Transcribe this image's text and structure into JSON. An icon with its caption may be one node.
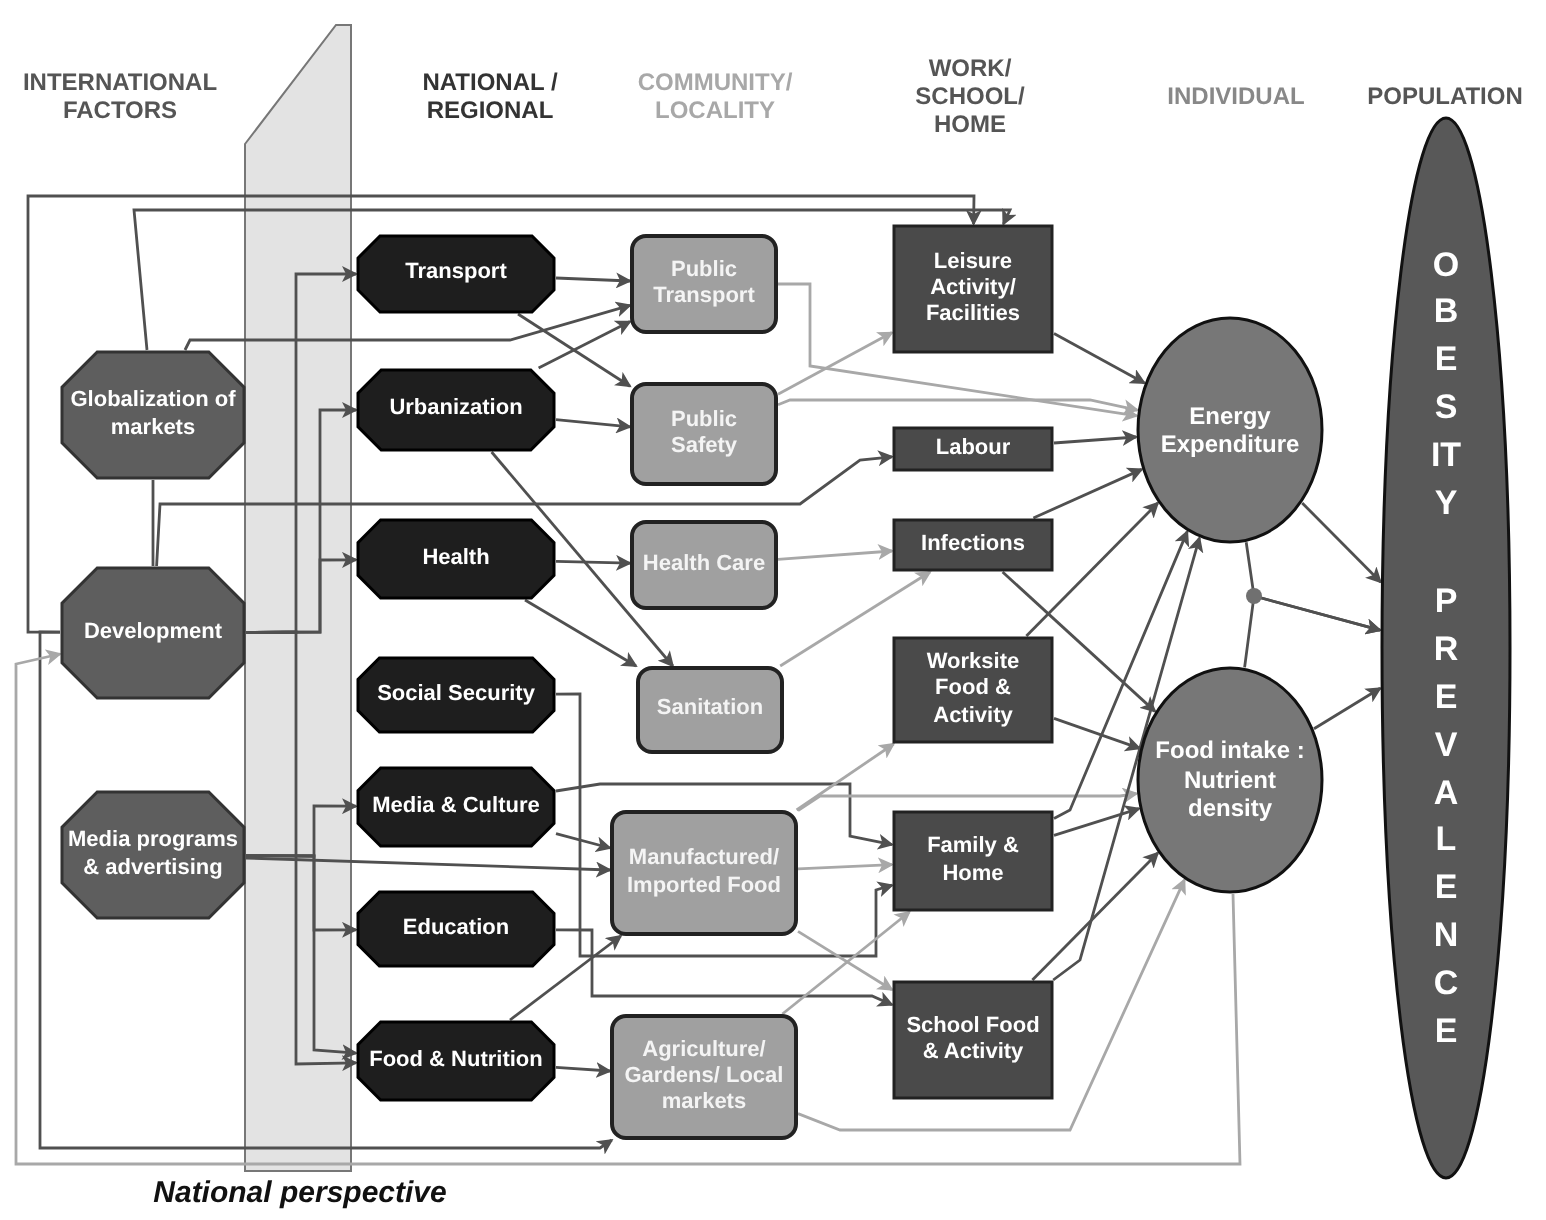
{
  "diagram": {
    "nodes": [
      {
        "text": [
          "Globalization of markets"
        ]
      },
      {
        "text": [
          "Development"
        ]
      },
      {
        "text": [
          "Media programs & advertising"
        ]
      },
      {
        "text": [
          "Transport"
        ]
      },
      {
        "text": [
          "Urbanization"
        ]
      },
      {
        "text": [
          "Health"
        ]
      },
      {
        "text": [
          "Social Security"
        ]
      },
      {
        "text": [
          "Media & Culture"
        ]
      },
      {
        "text": [
          "Education"
        ]
      },
      {
        "text": [
          "Food & Nutrition"
        ]
      },
      {
        "text": [
          "Public Transport"
        ]
      },
      {
        "text": [
          "Public Safety"
        ]
      },
      {
        "text": [
          "Health Care"
        ]
      },
      {
        "text": [
          "Sanitation"
        ]
      },
      {
        "text": [
          "Manufactured/ Imported Food"
        ]
      },
      {
        "text": [
          "Agriculture/ Gardens/ Local markets"
        ]
      },
      {
        "text": [
          "Leisure Activity/ Facilities"
        ]
      },
      {
        "text": [
          "Labour"
        ]
      },
      {
        "text": [
          "Infections"
        ]
      },
      {
        "text": [
          "Worksite Food & Activity"
        ]
      },
      {
        "text": [
          "Family & Home"
        ]
      },
      {
        "text": [
          "School Food & Activity"
        ]
      },
      {
        "text": [
          "Energy Expenditure"
        ]
      },
      {
        "text": [
          "Food intake : Nutrient density"
        ]
      },
      {
        "text": [
          "OBESITY",
          "PREVALENCE"
        ]
      }
    ],
    "edges": [
      {
        "from": 0,
        "to": 1,
        "arrow": "none"
      },
      {
        "from": 1,
        "to": 3,
        "arrow": "to"
      },
      {
        "from": 1,
        "to": 4,
        "arrow": "to"
      },
      {
        "from": 1,
        "to": 5,
        "arrow": "to"
      },
      {
        "from": 1,
        "to": 9,
        "arrow": "to"
      },
      {
        "from": 1,
        "to": 17,
        "arrow": "to"
      },
      {
        "from": 1,
        "to": 16,
        "arrow": "to"
      },
      {
        "from": 1,
        "to": 15,
        "arrow": "to"
      },
      {
        "from": 0,
        "to": 10,
        "arrow": "to"
      },
      {
        "from": 0,
        "to": 16,
        "arrow": "to"
      },
      {
        "from": 2,
        "to": 7,
        "arrow": "to"
      },
      {
        "from": 2,
        "to": 8,
        "arrow": "to"
      },
      {
        "from": 2,
        "to": 9,
        "arrow": "to"
      },
      {
        "from": 2,
        "to": 14,
        "arrow": "to"
      },
      {
        "from": 3,
        "to": 10,
        "arrow": "to"
      },
      {
        "from": 3,
        "to": 11,
        "arrow": "to"
      },
      {
        "from": 4,
        "to": 10,
        "arrow": "to"
      },
      {
        "from": 4,
        "to": 11,
        "arrow": "to"
      },
      {
        "from": 4,
        "to": 13,
        "arrow": "to"
      },
      {
        "from": 5,
        "to": 12,
        "arrow": "to"
      },
      {
        "from": 5,
        "to": 13,
        "arrow": "to"
      },
      {
        "from": 6,
        "to": 20,
        "arrow": "to"
      },
      {
        "from": 7,
        "to": 14,
        "arrow": "to"
      },
      {
        "from": 7,
        "to": 20,
        "arrow": "to"
      },
      {
        "from": 8,
        "to": 21,
        "arrow": "to"
      },
      {
        "from": 9,
        "to": 14,
        "arrow": "to"
      },
      {
        "from": 9,
        "to": 15,
        "arrow": "to"
      },
      {
        "from": 10,
        "to": 22,
        "arrow": "to",
        "color": "#a8a8a8"
      },
      {
        "from": 11,
        "to": 16,
        "arrow": "to",
        "color": "#a8a8a8"
      },
      {
        "from": 11,
        "to": 22,
        "arrow": "to",
        "color": "#a8a8a8"
      },
      {
        "from": 12,
        "to": 18,
        "arrow": "to",
        "color": "#a8a8a8"
      },
      {
        "from": 13,
        "to": 18,
        "arrow": "to",
        "color": "#a8a8a8"
      },
      {
        "from": 14,
        "to": 19,
        "arrow": "to",
        "color": "#a8a8a8"
      },
      {
        "from": 14,
        "to": 20,
        "arrow": "to",
        "color": "#a8a8a8"
      },
      {
        "from": 14,
        "to": 21,
        "arrow": "to",
        "color": "#a8a8a8"
      },
      {
        "from": 14,
        "to": 23,
        "arrow": "to",
        "color": "#a8a8a8"
      },
      {
        "from": 15,
        "to": 20,
        "arrow": "to",
        "color": "#a8a8a8"
      },
      {
        "from": 15,
        "to": 23,
        "arrow": "to",
        "color": "#a8a8a8"
      },
      {
        "from": 16,
        "to": 22,
        "arrow": "to"
      },
      {
        "from": 17,
        "to": 22,
        "arrow": "to"
      },
      {
        "from": 18,
        "to": 22,
        "arrow": "to"
      },
      {
        "from": 18,
        "to": 23,
        "arrow": "to"
      },
      {
        "from": 19,
        "to": 22,
        "arrow": "to"
      },
      {
        "from": 19,
        "to": 23,
        "arrow": "to"
      },
      {
        "from": 20,
        "to": 23,
        "arrow": "to"
      },
      {
        "from": 20,
        "to": 22,
        "arrow": "to"
      },
      {
        "from": 21,
        "to": 23,
        "arrow": "to"
      },
      {
        "from": 21,
        "to": 22,
        "arrow": "to"
      },
      {
        "from": 22,
        "to": 24,
        "arrow": "to"
      },
      {
        "from": 23,
        "to": 24,
        "arrow": "to"
      },
      {
        "from": 22,
        "to": 24,
        "arrow": "to"
      },
      {
        "from": 23,
        "to": 24,
        "arrow": "to"
      },
      {
        "from": 23,
        "to": 1,
        "arrow": "to",
        "color": "#a8a8a8"
      }
    ],
    "labels": [
      "INTERNATIONAL FACTORS",
      "NATIONAL / REGIONAL",
      "COMMUNITY/ LOCALITY",
      "WORK/ SCHOOL/ HOME",
      "INDIVIDUAL",
      "POPULATION",
      "National perspective"
    ]
  }
}
